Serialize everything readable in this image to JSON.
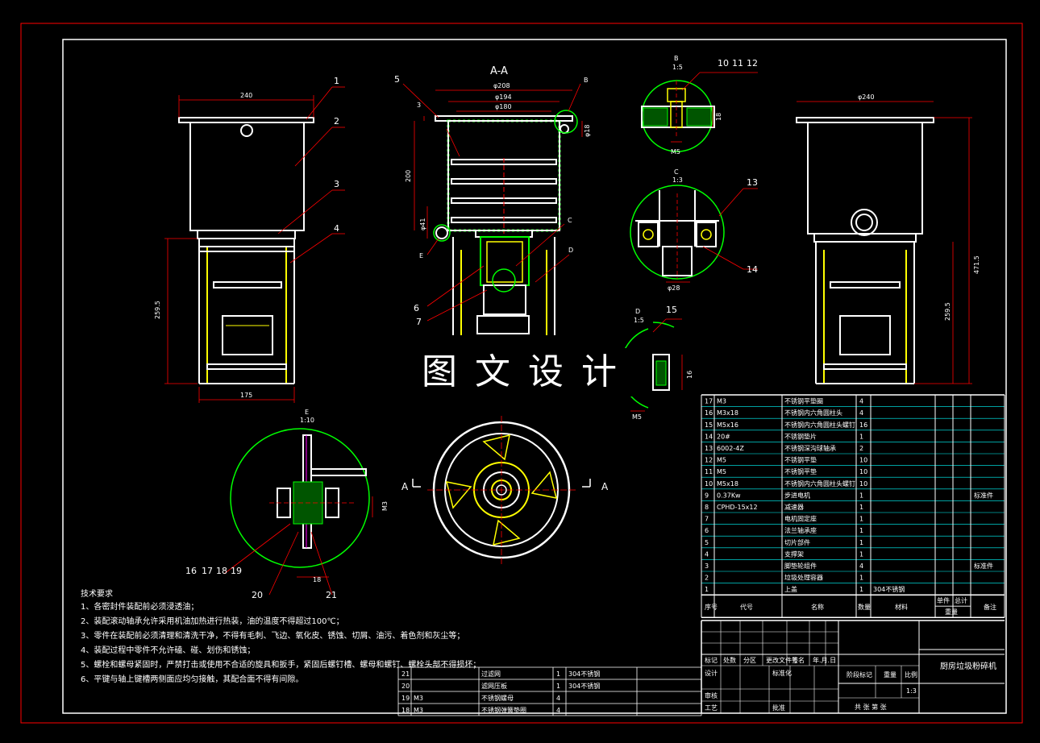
{
  "section_title": "A-A",
  "detail_views": {
    "B": {
      "label": "B",
      "scale": "1:5"
    },
    "C": {
      "label": "C",
      "scale": "1:3"
    },
    "D": {
      "label": "D",
      "scale": "1:5"
    },
    "E": {
      "label": "E",
      "scale": "1:10"
    }
  },
  "dimensions": {
    "front_width": "240",
    "front_leg_height": "259.5",
    "front_base_width": "175",
    "sec_outer_dia": "φ208",
    "sec_d194": "φ194",
    "sec_d180": "φ180",
    "sec_height": "200",
    "sec_flange": "3",
    "sec_d18": "φ18",
    "sec_d41": "φ41",
    "b_m5": "M5",
    "b_18": "18",
    "c_d28": "φ28",
    "d_16": "16",
    "d_m5": "M5",
    "e_m3": "M3",
    "e_18": "18",
    "side_width": "φ240",
    "side_total": "471.5",
    "side_leg": "259.5"
  },
  "arrows": {
    "left": "A",
    "right": "A"
  },
  "balloons": [
    "1",
    "2",
    "3",
    "4",
    "5",
    "6",
    "7",
    "10",
    "11",
    "12",
    "13",
    "14",
    "15",
    "16",
    "17",
    "18",
    "19",
    "20",
    "21",
    "B",
    "C",
    "D",
    "E"
  ],
  "watermark": "图文设计",
  "tech_notes": {
    "title": "技术要求",
    "lines": [
      "1、各密封件装配前必须浸透油；",
      "2、装配滚动轴承允许采用机油加热进行热装，油的温度不得超过100℃；",
      "3、零件在装配前必须清理和清洗干净，不得有毛刺、飞边、氧化皮、锈蚀、切屑、油污、着色剂和灰尘等；",
      "4、装配过程中零件不允许磕、碰、划伤和锈蚀；",
      "5、螺栓和螺母紧固时，严禁打击或使用不合适的旋具和扳手，紧固后螺钉槽、螺母和螺钉、螺栓头部不得损坏；",
      "6、平键与轴上键槽两侧面应均匀接触，其配合面不得有间隙。"
    ]
  },
  "bom_main": [
    {
      "no": "17",
      "code": "M3",
      "name": "不锈钢平垫圈",
      "qty": "4",
      "mat": "",
      "note": ""
    },
    {
      "no": "16",
      "code": "M3x18",
      "name": "不锈钢内六角圆柱头",
      "qty": "4",
      "mat": "",
      "note": ""
    },
    {
      "no": "15",
      "code": "M5x16",
      "name": "不锈钢内六角圆柱头螺钉",
      "qty": "16",
      "mat": "",
      "note": ""
    },
    {
      "no": "14",
      "code": "20#",
      "name": "不锈钢垫片",
      "qty": "1",
      "mat": "",
      "note": ""
    },
    {
      "no": "13",
      "code": "6002-4Z",
      "name": "不锈钢深沟球轴承",
      "qty": "2",
      "mat": "",
      "note": ""
    },
    {
      "no": "12",
      "code": "M5",
      "name": "不锈钢平垫",
      "qty": "10",
      "mat": "",
      "note": ""
    },
    {
      "no": "11",
      "code": "M5",
      "name": "不锈钢平垫",
      "qty": "10",
      "mat": "",
      "note": ""
    },
    {
      "no": "10",
      "code": "M5x18",
      "name": "不锈钢内六角圆柱头螺钉",
      "qty": "10",
      "mat": "",
      "note": ""
    },
    {
      "no": "9",
      "code": "0.37Kw",
      "name": "步进电机",
      "qty": "1",
      "mat": "",
      "note": "标准件"
    },
    {
      "no": "8",
      "code": "CPHD-15x12",
      "name": "减速器",
      "qty": "1",
      "mat": "",
      "note": ""
    },
    {
      "no": "7",
      "code": "",
      "name": "电机固定座",
      "qty": "1",
      "mat": "",
      "note": ""
    },
    {
      "no": "6",
      "code": "",
      "name": "法兰轴承座",
      "qty": "1",
      "mat": "",
      "note": ""
    },
    {
      "no": "5",
      "code": "",
      "name": "切片部件",
      "qty": "1",
      "mat": "",
      "note": ""
    },
    {
      "no": "4",
      "code": "",
      "name": "支撑架",
      "qty": "1",
      "mat": "",
      "note": ""
    },
    {
      "no": "3",
      "code": "",
      "name": "脚垫轮组件",
      "qty": "4",
      "mat": "",
      "note": "标准件"
    },
    {
      "no": "2",
      "code": "",
      "name": "垃圾处理容器",
      "qty": "1",
      "mat": "",
      "note": ""
    },
    {
      "no": "1",
      "code": "",
      "name": "上盖",
      "qty": "1",
      "mat": "304不锈钢",
      "note": ""
    }
  ],
  "bom_header": {
    "no": "序号",
    "code": "代号",
    "name": "名称",
    "qty": "数量",
    "mat": "材料",
    "unit_wt": "单件",
    "total_wt": "总计",
    "weight": "重量",
    "note": "备注"
  },
  "bom_small": [
    {
      "no": "21",
      "code": "",
      "name": "过滤网",
      "qty": "1",
      "mat": "304不锈钢"
    },
    {
      "no": "20",
      "code": "",
      "name": "滤网压板",
      "qty": "1",
      "mat": "304不锈钢"
    },
    {
      "no": "19",
      "code": "M3",
      "name": "不锈钢螺母",
      "qty": "4",
      "mat": ""
    },
    {
      "no": "18",
      "code": "M3",
      "name": "不锈钢弹簧垫圈",
      "qty": "4",
      "mat": ""
    }
  ],
  "title_block": {
    "drawing_name": "厨房垃圾粉碎机",
    "row_labels": [
      "标记",
      "处数",
      "分区",
      "更改文件号",
      "签名",
      "年.月.日"
    ],
    "design": "设计",
    "standard": "标准化",
    "review": "审核",
    "process": "工艺",
    "approve": "批准",
    "stage": "阶段标记",
    "weight": "重量",
    "scale_label": "比例",
    "scale": "1:3",
    "sheets": "共   张 第   张"
  }
}
